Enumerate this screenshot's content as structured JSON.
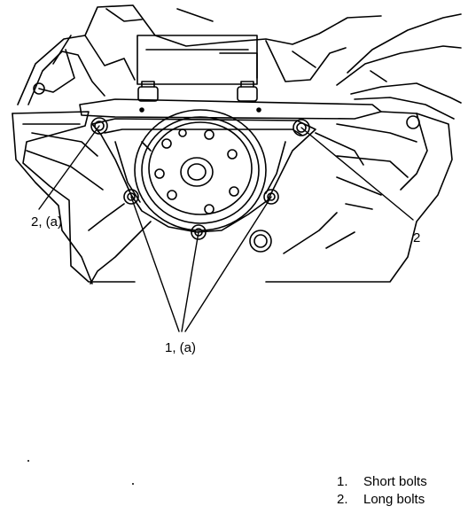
{
  "callouts": {
    "left_upper": "2, (a)",
    "right_upper": "2",
    "bottom": "1, (a)"
  },
  "legend": [
    {
      "num": "1.",
      "text": "Short bolts"
    },
    {
      "num": "2.",
      "text": "Long bolts"
    }
  ],
  "colors": {
    "line": "#000000",
    "background": "#ffffff"
  }
}
